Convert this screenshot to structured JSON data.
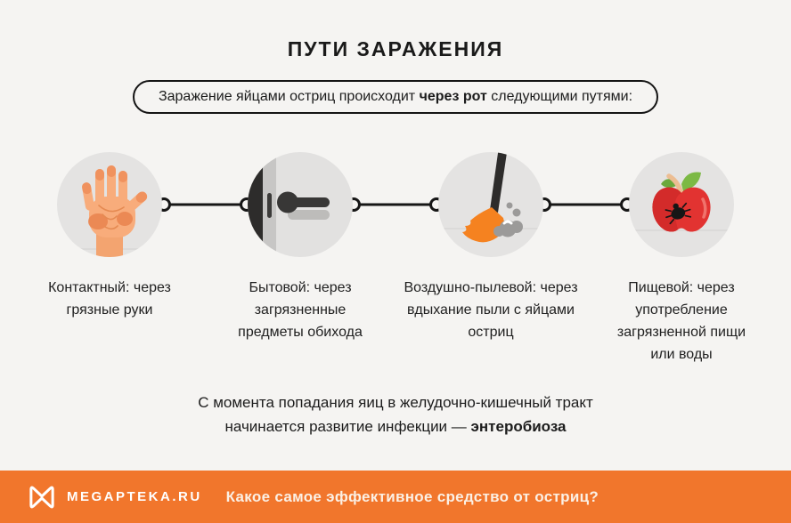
{
  "title": "ПУТИ ЗАРАЖЕНИЯ",
  "intro": {
    "pre": "Заражение яйцами остриц происходит ",
    "bold": "через рот",
    "post": " следующими путями:"
  },
  "routes": [
    {
      "icon": "dirty-hand-icon",
      "label": "Контактный: через грязные руки"
    },
    {
      "icon": "door-handle-icon",
      "label": "Бытовой: через загрязненные предметы обихода"
    },
    {
      "icon": "broom-dust-icon",
      "label": "Воздушно-пылевой: через вдыхание пыли с яйцами остриц"
    },
    {
      "icon": "apple-bug-icon",
      "label": "Пищевой: через употребление загрязненной пищи или воды"
    }
  ],
  "footnote": {
    "line1": "С момента попадания яиц в желудочно-кишечный тракт",
    "line2_pre": "начинается развитие инфекции — ",
    "line2_bold": "энтеробиоза"
  },
  "footer": {
    "brand": "MEGAPTEKA.RU",
    "question": "Какое самое эффективное средство от остриц?"
  },
  "colors": {
    "background": "#F5F4F2",
    "text": "#1C1C1C",
    "circle_bg": "#E4E3E2",
    "accent_orange": "#F1762C",
    "broom_orange": "#F58220",
    "apple_red": "#E23331",
    "leaf_green": "#7CB944",
    "connector_black": "#161616"
  }
}
